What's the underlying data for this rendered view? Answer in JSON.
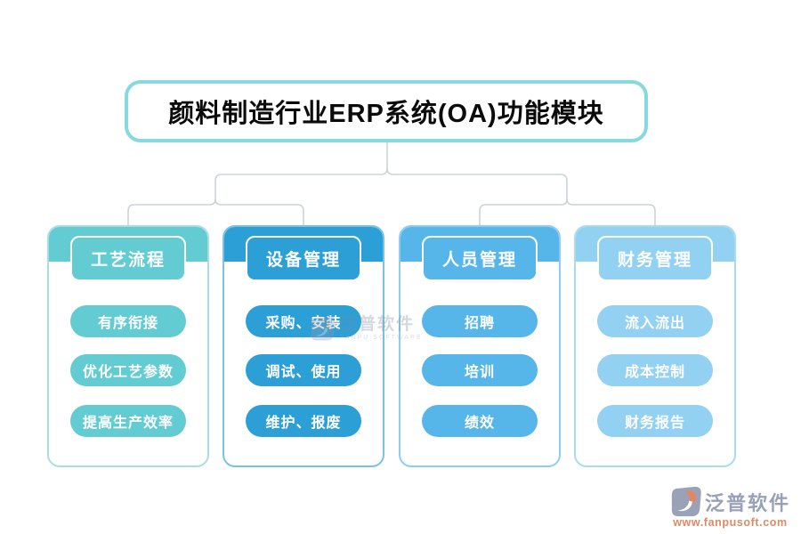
{
  "title": "颜料制造行业ERP系统(OA)功能模块",
  "cards": [
    {
      "header": "工艺流程",
      "items": [
        "有序衔接",
        "优化工艺参数",
        "提高生产效率"
      ],
      "color": "#63ccd2",
      "border_color": "#a8dee3"
    },
    {
      "header": "设备管理",
      "items": [
        "采购、安装",
        "调试、使用",
        "维护、报废"
      ],
      "color": "#2d9fd7",
      "border_color": "#79c2e2"
    },
    {
      "header": "人员管理",
      "items": [
        "招聘",
        "培训",
        "绩效"
      ],
      "color": "#56b6ea",
      "border_color": "#8ecdf0"
    },
    {
      "header": "财务管理",
      "items": [
        "流入流出",
        "成本控制",
        "财务报告"
      ],
      "color": "#93d1f2",
      "border_color": "#a9daf4"
    }
  ],
  "watermark": {
    "name": "泛普软件",
    "subtext": "FANPU SOFTWARE"
  },
  "brand": {
    "name": "泛普软件",
    "url": "www.fanpusoft.com"
  },
  "colors": {
    "connector": "#cbd2de",
    "title_border": "#86d9de",
    "brand_text": "#99a1b7",
    "brand_url": "#dc8a66",
    "brand_icon_gray": "#9aa2b8",
    "brand_icon_orange": "#e0876a"
  }
}
